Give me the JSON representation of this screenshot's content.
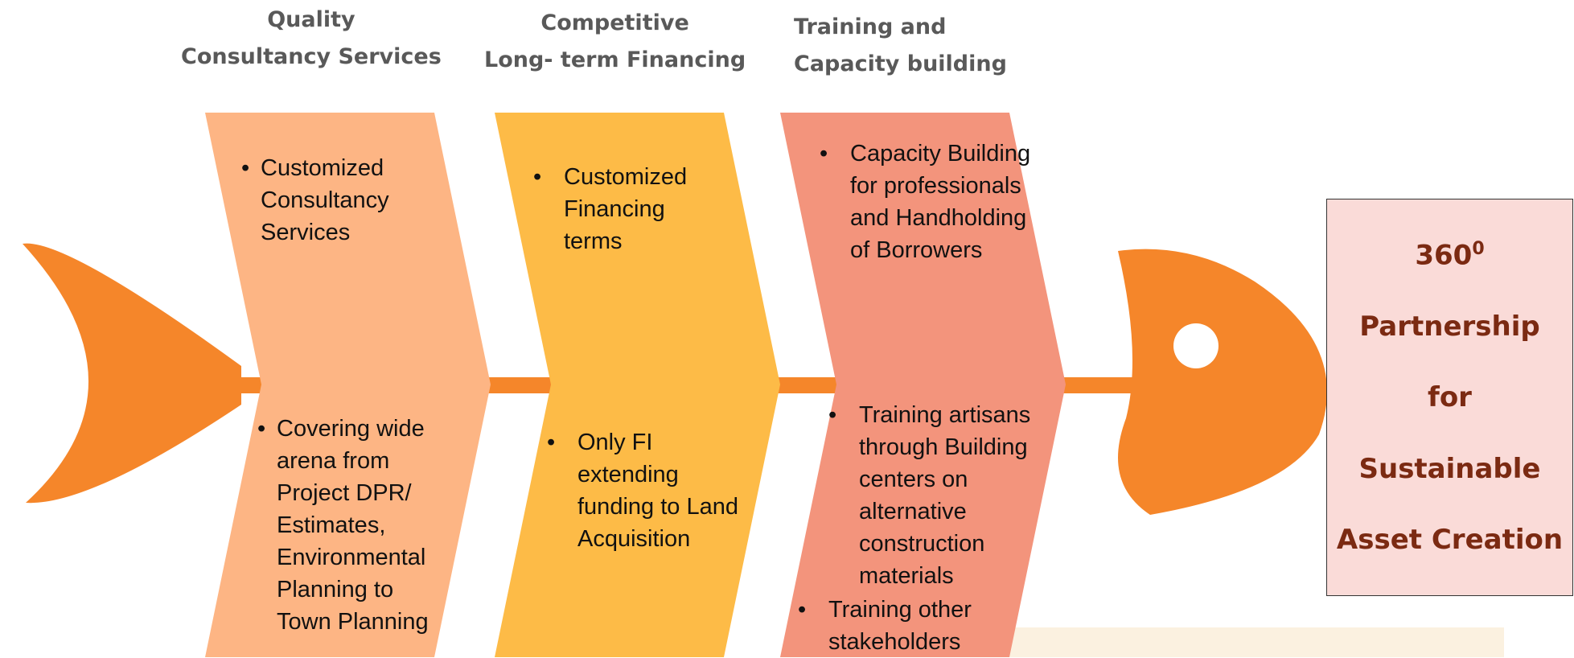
{
  "colors": {
    "fish": "#f5862a",
    "bone1": "#fdb584",
    "bone2": "#fdbb47",
    "bone3": "#f3947c",
    "box_fill": "#fadbd8",
    "box_text": "#7b2a12",
    "header_text": "#595959"
  },
  "columns": [
    {
      "header": [
        "Quality",
        "Consultancy Services"
      ],
      "top_bullets": [
        "Customized Consultancy Services"
      ],
      "bottom_bullets": [
        "Covering wide arena from Project DPR/ Estimates, Environmental Planning to Town Planning"
      ]
    },
    {
      "header": [
        "Competitive",
        "Long- term Financing"
      ],
      "top_bullets": [
        "Customized Financing terms"
      ],
      "bottom_bullets": [
        "Only FI extending funding to Land Acquisition"
      ]
    },
    {
      "header": [
        "Training and",
        "Capacity building"
      ],
      "top_bullets": [
        "Capacity Building for professionals and Handholding of Borrowers"
      ],
      "bottom_bullets": [
        "Training artisans through Building centers on alternative construction materials",
        "Training other stakeholders"
      ]
    }
  ],
  "outcome": {
    "number": "360",
    "superscript": "0",
    "lines": [
      "Partnership",
      "for",
      "Sustainable",
      "Asset Creation"
    ]
  }
}
